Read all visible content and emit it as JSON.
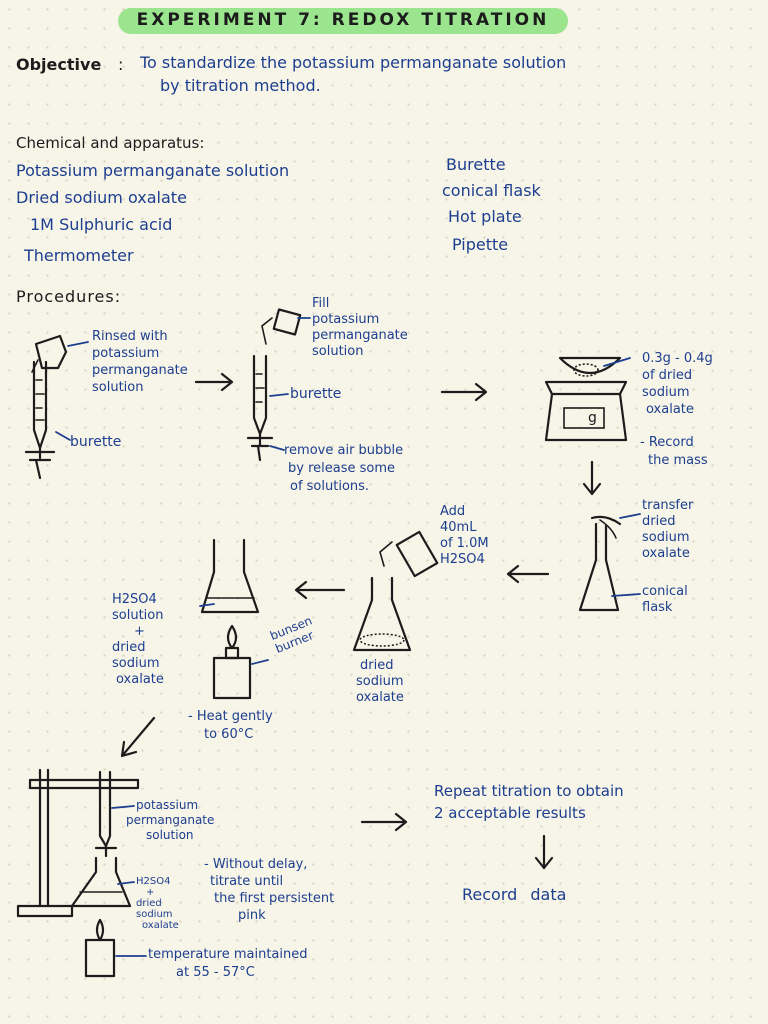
{
  "title": "EXPERIMENT 7: REDOX TITRATION",
  "objective": {
    "label": "Objective",
    "line1": "To standardize the potassium permanganate solution",
    "line2": "by titration method."
  },
  "chemicals": {
    "heading": "Chemical and apparatus:",
    "left": [
      "Potassium permanganate solution",
      "Dried sodium oxalate",
      "1M Sulphuric acid",
      "Thermometer"
    ],
    "right": [
      "Burette",
      "conical flask",
      "Hot plate",
      "Pipette"
    ]
  },
  "procedures_heading": "Procedures:",
  "steps": {
    "rinse": [
      "Rinsed with",
      "potassium",
      "permanganate",
      "solution"
    ],
    "burette1": "burette",
    "fill": [
      "Fill",
      "potassium",
      "permanganate",
      "solution"
    ],
    "burette2": "burette",
    "remove": [
      "remove air bubble",
      "by release some",
      "of solutions."
    ],
    "mass": [
      "0.3g - 0.4g",
      "of dried",
      "sodium",
      "oxalate"
    ],
    "record_mass": [
      "- Record",
      "the mass"
    ],
    "scale_display": "g",
    "transfer": [
      "transfer",
      "dried",
      "sodium",
      "oxalate"
    ],
    "conical": [
      "conical",
      "flask"
    ],
    "add": [
      "Add",
      "40mL",
      "of 1.0M",
      "H2SO4"
    ],
    "dried_flask": [
      "dried",
      "sodium",
      "oxalate"
    ],
    "mix": [
      "H2SO4",
      "solution",
      "+",
      "dried",
      "sodium",
      "oxalate"
    ],
    "bunsen": [
      "bunsen",
      "burner"
    ],
    "heat": [
      "- Heat gently",
      "to 60°C"
    ],
    "potassium2": [
      "potassium",
      "permanganate",
      "solution"
    ],
    "flask_contents": [
      "H2SO4",
      "+",
      "dried",
      "sodium",
      "oxalate"
    ],
    "titrate": [
      "- Without delay,",
      "titrate until",
      "the first persistent",
      "pink"
    ],
    "temperature": [
      "temperature maintained",
      "at 55 - 57°C"
    ],
    "repeat": [
      "Repeat titration to obtain",
      "2 acceptable results"
    ],
    "record_data": "Record data"
  },
  "colors": {
    "ink": "#1c1c1c",
    "blue": "#1d3f8f",
    "highlight": "#9be58f",
    "paper": "#f7f4e8"
  }
}
